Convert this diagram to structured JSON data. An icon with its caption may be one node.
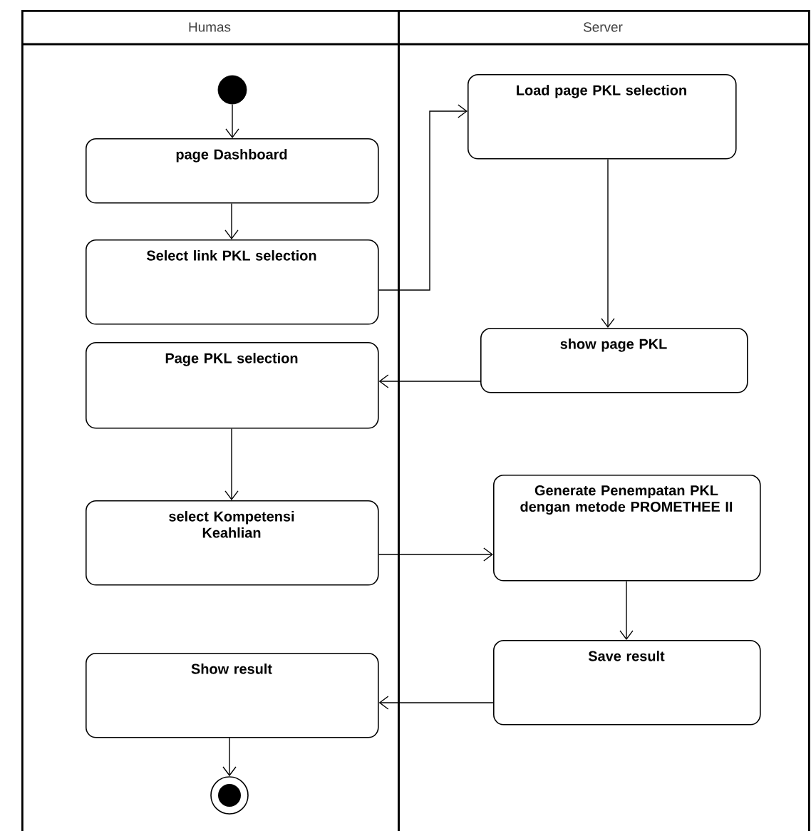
{
  "diagram": {
    "nodes": [
      {
        "text": [
          "Humas"
        ]
      },
      {
        "text": [
          "Server"
        ]
      },
      {
        "text": [],
        "shape": "circle",
        "in": 0
      },
      {
        "text": [
          "page Dashboard"
        ],
        "in": 0
      },
      {
        "text": [
          "Select link PKL selection"
        ],
        "in": 0
      },
      {
        "text": [
          "Page PKL selection"
        ],
        "in": 0
      },
      {
        "text": [
          "select Kompetensi Keahlian"
        ],
        "in": 0
      },
      {
        "text": [
          "Show result"
        ],
        "in": 0
      },
      {
        "text": [],
        "shape": "circle",
        "in": 0
      },
      {
        "text": [
          "Load page PKL selection"
        ],
        "in": 1
      },
      {
        "text": [
          "show page PKL"
        ],
        "in": 1
      },
      {
        "text": [
          "Generate Penempatan PKL dengan metode PROMETHEE II"
        ],
        "in": 1
      },
      {
        "text": [
          "Save result"
        ],
        "in": 1
      }
    ],
    "edges": [
      {
        "from": 2,
        "to": 3,
        "arrow": "to"
      },
      {
        "from": 3,
        "to": 4,
        "arrow": "to"
      },
      {
        "from": 4,
        "to": 9,
        "arrow": "to"
      },
      {
        "from": 9,
        "to": 10,
        "arrow": "to"
      },
      {
        "from": 10,
        "to": 5,
        "arrow": "to"
      },
      {
        "from": 5,
        "to": 6,
        "arrow": "to"
      },
      {
        "from": 6,
        "to": 11,
        "arrow": "to"
      },
      {
        "from": 11,
        "to": 12,
        "arrow": "to"
      },
      {
        "from": 12,
        "to": 7,
        "arrow": "to"
      },
      {
        "from": 7,
        "to": 8,
        "arrow": "to"
      }
    ]
  }
}
